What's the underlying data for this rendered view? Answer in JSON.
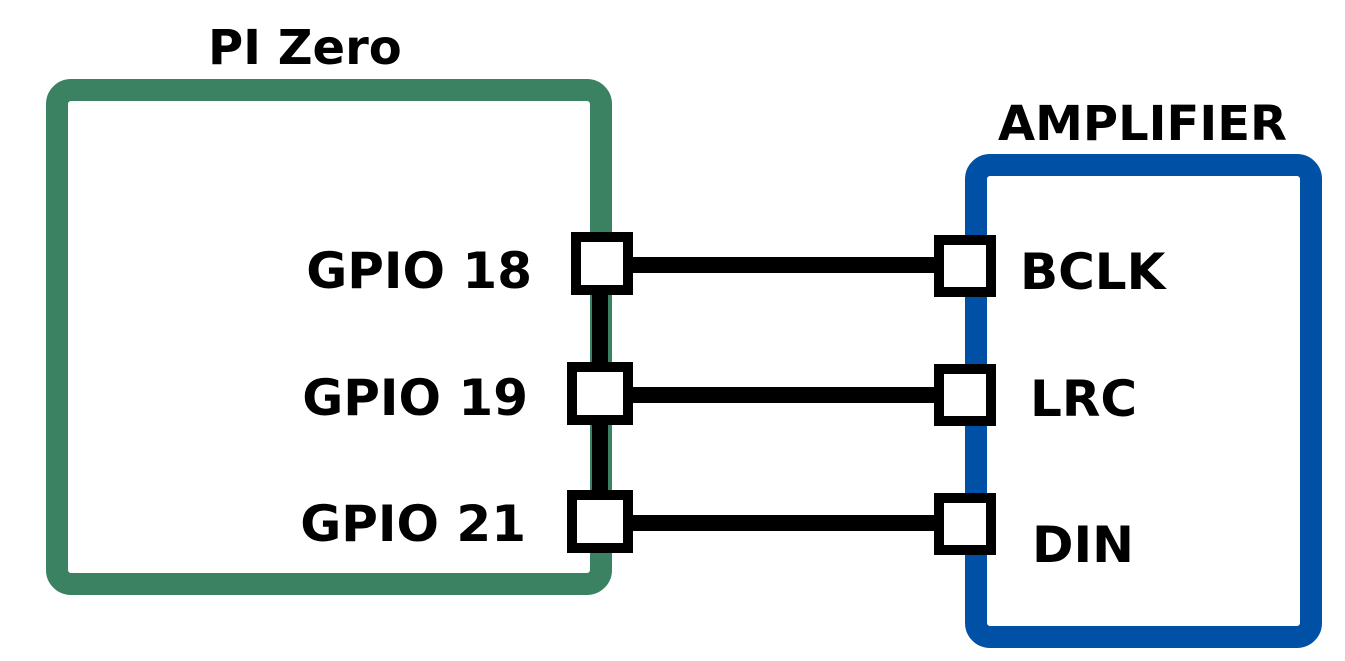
{
  "pi": {
    "title": "PI Zero",
    "pins": [
      "GPIO 18",
      "GPIO 19",
      "GPIO 21"
    ],
    "color": "#3a8262"
  },
  "amplifier": {
    "title": "AMPLIFIER",
    "pins": [
      "BCLK",
      "LRC",
      "DIN"
    ],
    "color": "#0051a6"
  },
  "wire_color": "#000000"
}
